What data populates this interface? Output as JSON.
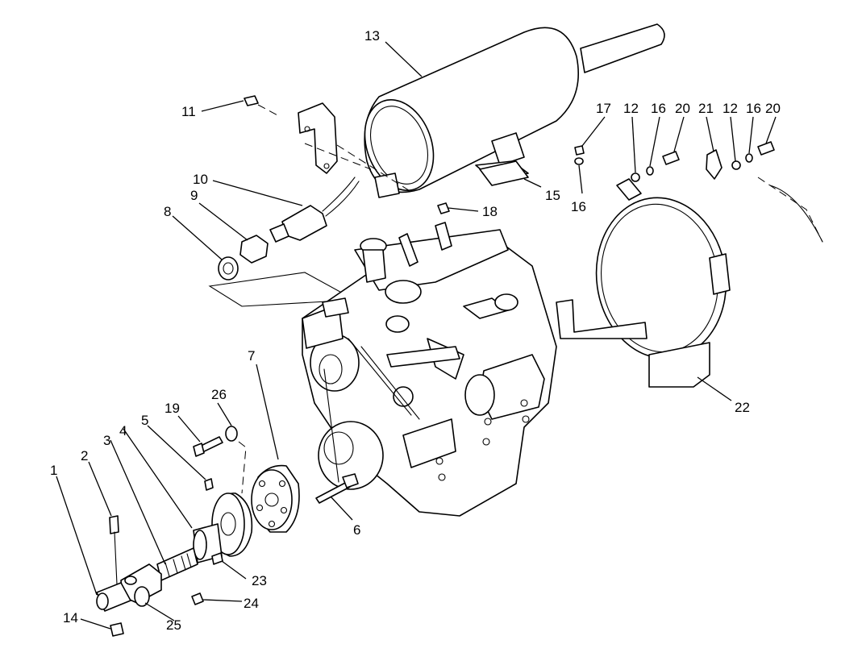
{
  "callouts": [
    {
      "num": "1"
    },
    {
      "num": "2"
    },
    {
      "num": "3"
    },
    {
      "num": "4"
    },
    {
      "num": "5"
    },
    {
      "num": "6"
    },
    {
      "num": "7"
    },
    {
      "num": "8"
    },
    {
      "num": "9"
    },
    {
      "num": "10"
    },
    {
      "num": "11"
    },
    {
      "num": "12"
    },
    {
      "num": "12"
    },
    {
      "num": "13"
    },
    {
      "num": "14"
    },
    {
      "num": "15"
    },
    {
      "num": "16"
    },
    {
      "num": "16"
    },
    {
      "num": "16"
    },
    {
      "num": "17"
    },
    {
      "num": "18"
    },
    {
      "num": "19"
    },
    {
      "num": "20"
    },
    {
      "num": "20"
    },
    {
      "num": "21"
    },
    {
      "num": "22"
    },
    {
      "num": "23"
    },
    {
      "num": "24"
    },
    {
      "num": "25"
    },
    {
      "num": "26"
    }
  ]
}
